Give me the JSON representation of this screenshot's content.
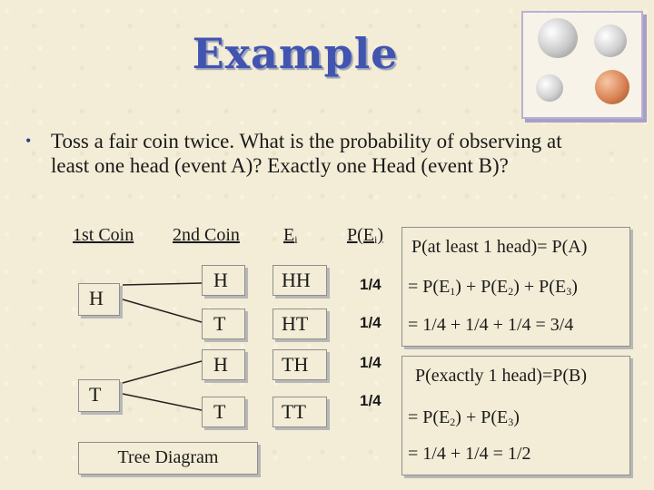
{
  "slide": {
    "title": "Example",
    "bullet": "Toss a fair coin twice. What is the probability of observing at least one head (event A)? Exactly one Head (event B)?"
  },
  "table": {
    "headers": {
      "first_coin": "1st Coin",
      "second_coin": "2nd Coin",
      "event_prefix": "E",
      "event_sub": "i",
      "prob_prefix": "P(E",
      "prob_sub": "i",
      "prob_suffix": ")"
    },
    "first_level": [
      "H",
      "T"
    ],
    "second_level": [
      "H",
      "T",
      "H",
      "T"
    ],
    "outcomes": [
      "HH",
      "HT",
      "TH",
      "TT"
    ],
    "probs": [
      "1/4",
      "1/4",
      "1/4",
      "1/4"
    ],
    "caption": "Tree Diagram"
  },
  "calc": {
    "a_line1": "P(at least 1 head)= P(A)",
    "a_line2": {
      "p0": "= P(E",
      "s1": "1",
      "p1": ") + P(E",
      "s2": "2",
      "p2": ") + P(E",
      "s3": "3",
      "p3": ")"
    },
    "a_line3": "= 1/4 + 1/4 + 1/4 = 3/4",
    "b_line1": "P(exactly 1 head)=P(B)",
    "b_line2": {
      "p0": "= P(E",
      "s1": "2",
      "p1": ") + P(E",
      "s2": "3",
      "p2": ")"
    },
    "b_line3": "= 1/4 + 1/4 = 1/2"
  },
  "colors": {
    "title": "#4054b0",
    "background": "#f3ecd6",
    "bullet": "#2a3d8f"
  },
  "images": {
    "coins": "coins-photo"
  }
}
